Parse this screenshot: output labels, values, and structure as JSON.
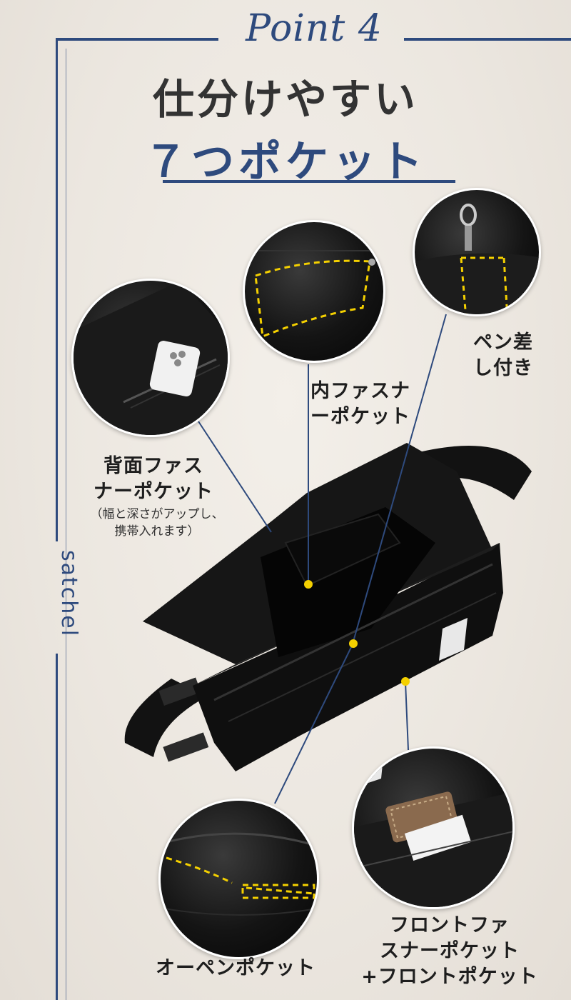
{
  "header": {
    "point_title": "Point 4",
    "headline_line1": "仕分けやすい",
    "headline_line2": "７つポケット"
  },
  "side_label": "satchel",
  "callouts": {
    "pen": "ペン差\nし付き",
    "inner_zip": "内ファスナ\nーポケット",
    "back_zip": "背面ファス\nナーポケット",
    "back_zip_note": "（幅と深さがアップし、\n携帯入れます）",
    "open": "オーペンポケット",
    "front": "フロントファ\nスナーポケット\n+フロントポケット"
  },
  "colors": {
    "accent": "#2e4a7d",
    "marker": "#f4d000",
    "bag": "#111111"
  },
  "icons": {
    "phone": "smartphone-icon",
    "clip": "key-clip-icon",
    "card": "card-icon"
  }
}
